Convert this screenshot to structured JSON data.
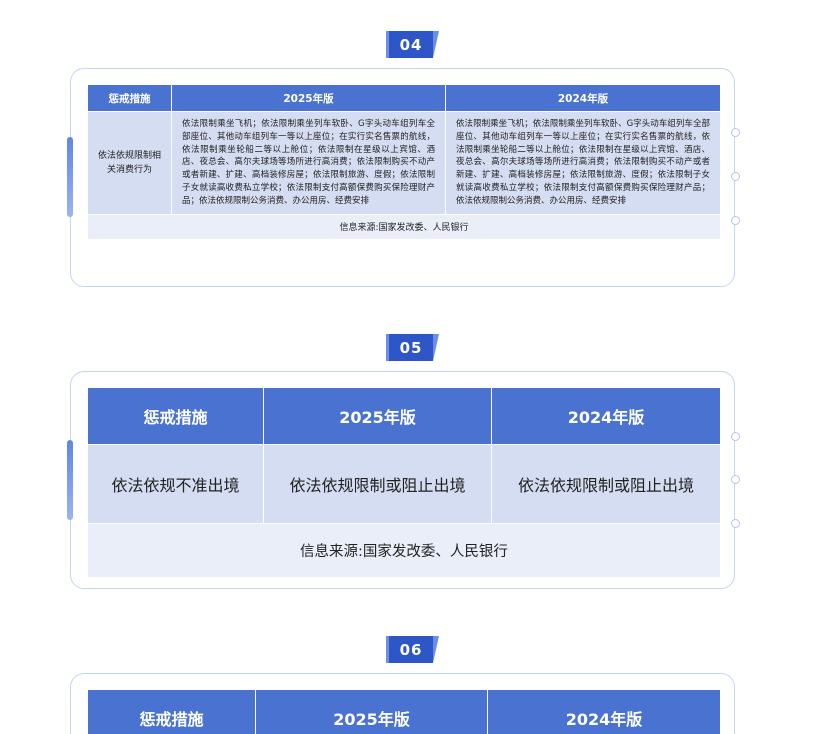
{
  "sections": [
    {
      "number": "04",
      "headers": [
        "惩戒措施",
        "2025年版",
        "2024年版"
      ],
      "category": "依法依规限制相关消费行为",
      "col2025": "依法限制乘坐飞机；依法限制乘坐列车软卧、G字头动车组列车全部座位、其他动车组列车一等以上座位；在实行实名售票的航线，依法限制乘坐轮船二等以上舱位；依法限制在星级以上宾馆、酒店、夜总会、高尔夫球场等场所进行高消费；依法限制购买不动产或者新建、扩建、高档装修房屋；依法限制旅游、度假；依法限制子女就读高收费私立学校；依法限制支付高额保费购买保险理财产品；依法依规限制公务消费、办公用房、经费安排",
      "col2024": "依法限制乘坐飞机；依法限制乘坐列车软卧、G字头动车组列车全部座位、其他动车组列车一等以上座位；在实行实名售票的航线，依法限制乘坐轮船二等以上舱位；依法限制在星级以上宾馆、酒店、夜总会、高尔夫球场等场所进行高消费；依法限制购买不动产或者新建、扩建、高档装修房屋；依法限制旅游、度假；依法限制子女就读高收费私立学校；依法限制支付高额保费购买保险理财产品；依法依规限制公务消费、办公用房、经费安排",
      "source": "信息来源:国家发改委、人民银行"
    },
    {
      "number": "05",
      "headers": [
        "惩戒措施",
        "2025年版",
        "2024年版"
      ],
      "category": "依法依规不准出境",
      "col2025": "依法依规限制或阻止出境",
      "col2024": "依法依规限制或阻止出境",
      "source": "信息来源:国家发改委、人民银行"
    },
    {
      "number": "06",
      "headers": [
        "惩戒措施",
        "2025年版",
        "2024年版"
      ]
    }
  ]
}
